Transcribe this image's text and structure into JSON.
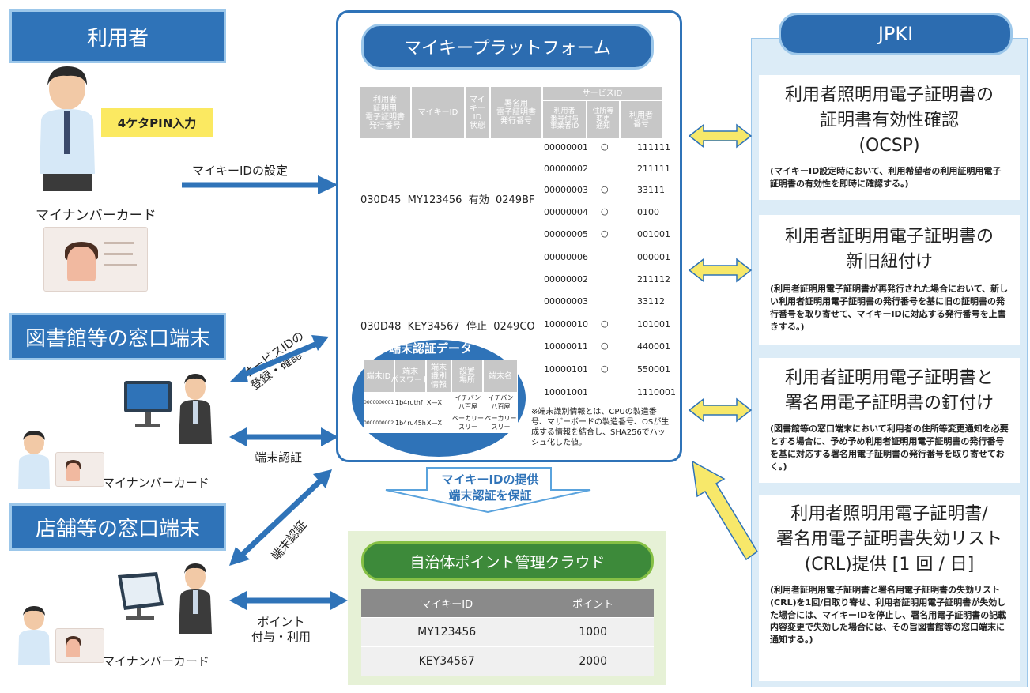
{
  "left": {
    "user_title": "利用者",
    "pin_label": "4ケタPIN入力",
    "mykey_setup": "マイキーIDの設定",
    "mynumber_card": "マイナンバーカード",
    "library_title": "図書館等の窓口端末",
    "service_id_reg": "サービスIDの\n登録・確認",
    "terminal_auth": "端末認証",
    "card_label_2": "マイナンバーカード",
    "store_title": "店舗等の窓口端末",
    "terminal_auth_2": "端末認証",
    "points_use": "ポイント\n付与・利用",
    "card_label_3": "マイナンバーカード"
  },
  "platform": {
    "title": "マイキープラットフォーム",
    "headers": {
      "cert_no": "利用者\n証明用\n電子証明書\n発行番号",
      "mykey_id": "マイキーID",
      "status": "マイ\nキー\nID\n状態",
      "sign_no": "署名用\n電子証明書\n発行番号",
      "service_id": "サービスID",
      "svc_user": "利用者\n番号付与\n事業者ID",
      "svc_addr": "住所等\n変更\n通知",
      "svc_num": "利用者\n番号"
    },
    "rec1": {
      "cert": "030D45",
      "id": "MY123456",
      "status": "有効",
      "sign": "0249BF"
    },
    "rec2": {
      "cert": "030D48",
      "id": "KEY34567",
      "status": "停止",
      "sign": "0249CO"
    },
    "services": [
      {
        "id": "00000001",
        "mark": "○",
        "num": "111111"
      },
      {
        "id": "00000002",
        "mark": "",
        "num": "211111"
      },
      {
        "id": "00000003",
        "mark": "○",
        "num": "33111"
      },
      {
        "id": "00000004",
        "mark": "○",
        "num": "0100"
      },
      {
        "id": "00000005",
        "mark": "○",
        "num": "001001"
      },
      {
        "id": "00000006",
        "mark": "",
        "num": "000001"
      },
      {
        "id": "00000002",
        "mark": "",
        "num": "211112"
      },
      {
        "id": "00000003",
        "mark": "",
        "num": "33112"
      },
      {
        "id": "10000010",
        "mark": "○",
        "num": "101001"
      },
      {
        "id": "10000011",
        "mark": "○",
        "num": "440001"
      },
      {
        "id": "10000101",
        "mark": "○",
        "num": "550001"
      },
      {
        "id": "10001001",
        "mark": "",
        "num": "1110001"
      }
    ],
    "terminal_data_title": "端末認証データ",
    "terminal_headers": [
      "端末ID",
      "端末\nパスワード",
      "端末\n識別\n情報",
      "設置\n場所",
      "端末名"
    ],
    "terminal_rows": [
      [
        "0000000001",
        "1b4ruthf",
        "X—X",
        "イチバン\n八百屋",
        "イチバン\n八百屋"
      ],
      [
        "0000000002",
        "1b4ru45h",
        "X—X",
        "ベーカリー\nスリー",
        "ベーカリー\nスリー"
      ]
    ],
    "note": "※端末識別情報とは、CPUの製造番号、マザーボードの製造番号、OSが生成する情報を結合し、SHA256でハッシュ化した値。"
  },
  "provide": {
    "line1": "マイキーIDの提供",
    "line2": "端末認証を保証"
  },
  "cloud": {
    "title": "自治体ポイント管理クラウド",
    "col_id": "マイキーID",
    "col_points": "ポイント",
    "rows": [
      {
        "id": "MY123456",
        "points": "1000"
      },
      {
        "id": "KEY34567",
        "points": "2000"
      }
    ]
  },
  "jpki": {
    "title": "JPKI",
    "boxes": [
      {
        "title": "利用者照明用電子証明書の\n証明書有効性確認\n(OCSP)",
        "desc": "(マイキーID設定時において、利用希望者の利用証明用電子証明書の有効性を即時に確認する。)"
      },
      {
        "title": "利用者証明用電子証明書の\n新旧紐付け",
        "desc": "(利用者証明用電子証明書が再発行された場合において、新しい利用者証明用電子証明書の発行番号を基に旧の証明書の発行番号を取り寄せて、マイキーIDに対応する発行番号を上書きする。)"
      },
      {
        "title": "利用者証明用電子証明書と\n署名用電子証明書の釘付け",
        "desc": "(図書館等の窓口端末において利用者の住所等変更通知を必要とする場合に、予め予め利用者証明用電子証明書の発行番号を基に対応する署名用電子証明書の発行番号を取り寄せておく。)"
      },
      {
        "title": "利用者照明用電子証明書/\n署名用電子証明書失効リスト\n(CRL)提供 [1 回 / 日]",
        "desc": "(利用者証明用電子証明書と署名用電子証明書の失効リスト(CRL)を1回/日取り寄せ、利用者証明用電子証明書が失効した場合には、マイキーIDを停止し、署名用電子証明書の記載内容変更で失効した場合には、その旨図書館等の窓口端末に通知する。)"
      }
    ]
  },
  "colors": {
    "blue": "#2f73b8",
    "green": "#86c045",
    "yellow": "#f7e86a"
  }
}
